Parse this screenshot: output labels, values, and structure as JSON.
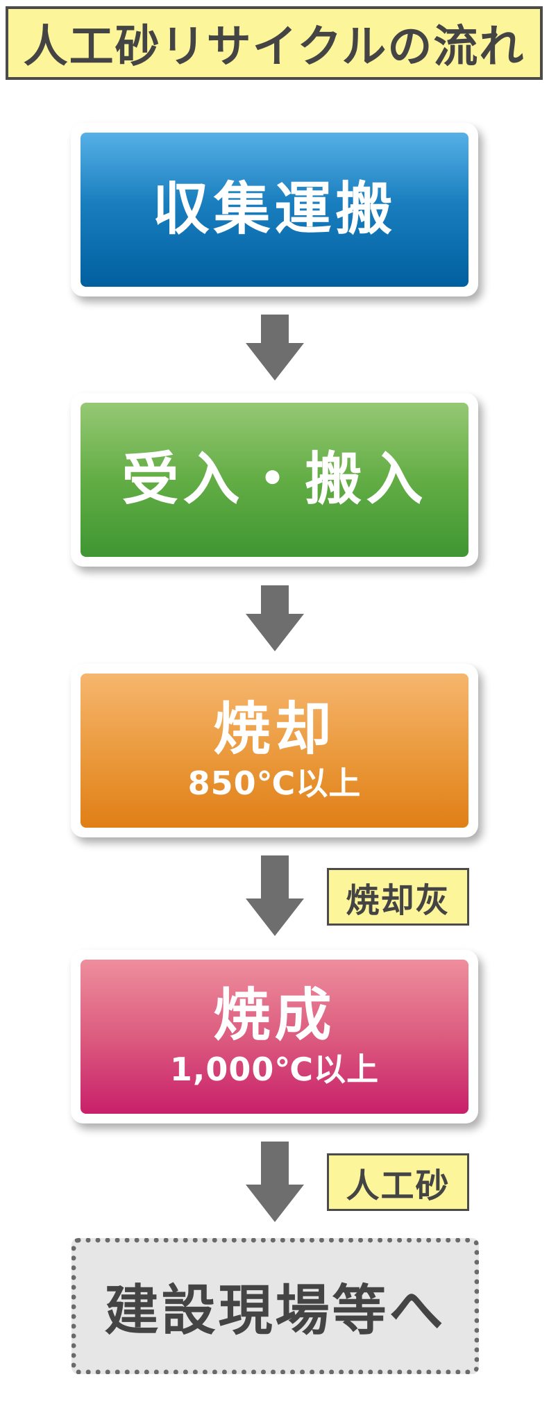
{
  "title": "人工砂リサイクルの流れ",
  "steps": [
    {
      "name": "収集運搬",
      "sub": ""
    },
    {
      "name": "受入・搬入",
      "sub": ""
    },
    {
      "name": "焼却",
      "sub": "850℃以上"
    },
    {
      "name": "焼成",
      "sub": "1,000℃以上"
    }
  ],
  "outputs": {
    "after_incineration": "焼却灰",
    "after_firing": "人工砂"
  },
  "destination": "建設現場等へ",
  "colors": {
    "step1": "#1a7fbf",
    "step2": "#4f9f3a",
    "step3": "#e8891f",
    "step4": "#d13a75",
    "label_bg": "#fdf59a",
    "arrow": "#6e6e6e",
    "destination_bg": "#e6e6e6"
  }
}
